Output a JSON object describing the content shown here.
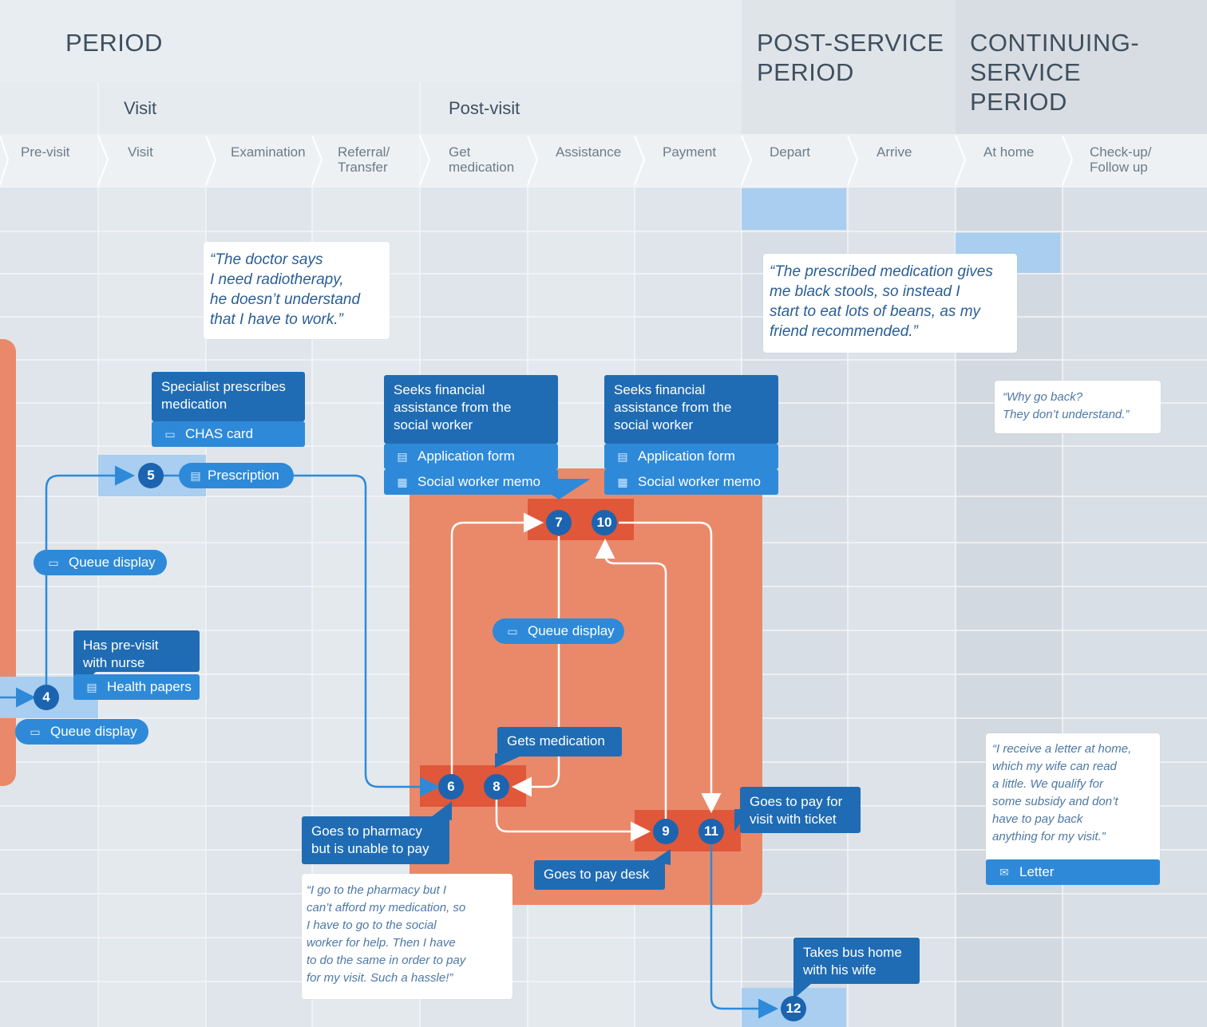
{
  "periods": {
    "main": "PERIOD",
    "post_service": "POST-SERVICE\nPERIOD",
    "continuing_service": "CONTINUING-\nSERVICE\nPERIOD"
  },
  "phases": {
    "visit": "Visit",
    "post_visit": "Post-visit"
  },
  "steps": [
    "Pre-visit",
    "Visit",
    "Examination",
    "Referral/\nTransfer",
    "Get\nmedication",
    "Assistance",
    "Payment",
    "Depart",
    "Arrive",
    "At home",
    "Check-up/\nFollow up"
  ],
  "quotes": {
    "doctor": "“The doctor says\nI need radiotherapy,\nhe doesn’t understand\nthat I have to work.”",
    "medication": "“The prescribed medication gives\nme black stools, so instead I\nstart to eat lots of beans, as my\nfriend recommended.”",
    "why_go_back": "“Why go back?\nThey don’t understand.”",
    "letter": "“I receive a letter at home,\nwhich my wife can read\na little. We qualify for\nsome subsidy and don’t\nhave to pay back\nanything for my visit.”",
    "pharmacy": "“I go to the pharmacy but I\ncan’t afford my medication, so\nI have to go to the social\nworker for help. Then I have\nto do the same in order to pay\nfor my visit. Such a hassle!”"
  },
  "descriptions": {
    "specialist": "Specialist prescribes\nmedication",
    "seeks_1": "Seeks financial\nassistance from the\nsocial worker",
    "seeks_2": "Seeks financial\nassistance from the\nsocial worker",
    "pre_visit_nurse": "Has pre-visit\nwith nurse",
    "gets_medication": "Gets medication",
    "pharmacy_unable": "Goes to pharmacy\nbut is unable to pay",
    "pay_with_ticket": "Goes to pay for\nvisit with ticket",
    "pay_desk": "Goes to pay desk",
    "bus_home": "Takes bus home\nwith his wife"
  },
  "touchpoints": {
    "chas_card": "CHAS card",
    "prescription": "Prescription",
    "application_form_1": "Application form",
    "social_memo_1": "Social worker memo",
    "application_form_2": "Application form",
    "social_memo_2": "Social worker memo",
    "health_papers": "Health papers",
    "letter": "Letter",
    "queue_display_1": "Queue display",
    "queue_display_2": "Queue display",
    "queue_display_3": "Queue display"
  },
  "nodes": [
    "4",
    "5",
    "6",
    "7",
    "8",
    "9",
    "10",
    "11",
    "12"
  ],
  "icons": {
    "card": "card-icon",
    "document": "document-icon",
    "memo": "memo-icon",
    "display": "display-icon",
    "envelope": "envelope-icon"
  },
  "colors": {
    "node_blue": "#1c64b0",
    "box_blue": "#1f6cb4",
    "touch_blue": "#2e8ad8",
    "light_blue": "#a9cef0",
    "orange_zone": "#e9896a",
    "orange_dark": "#e0573a",
    "quote_text": "#2a5e96"
  }
}
